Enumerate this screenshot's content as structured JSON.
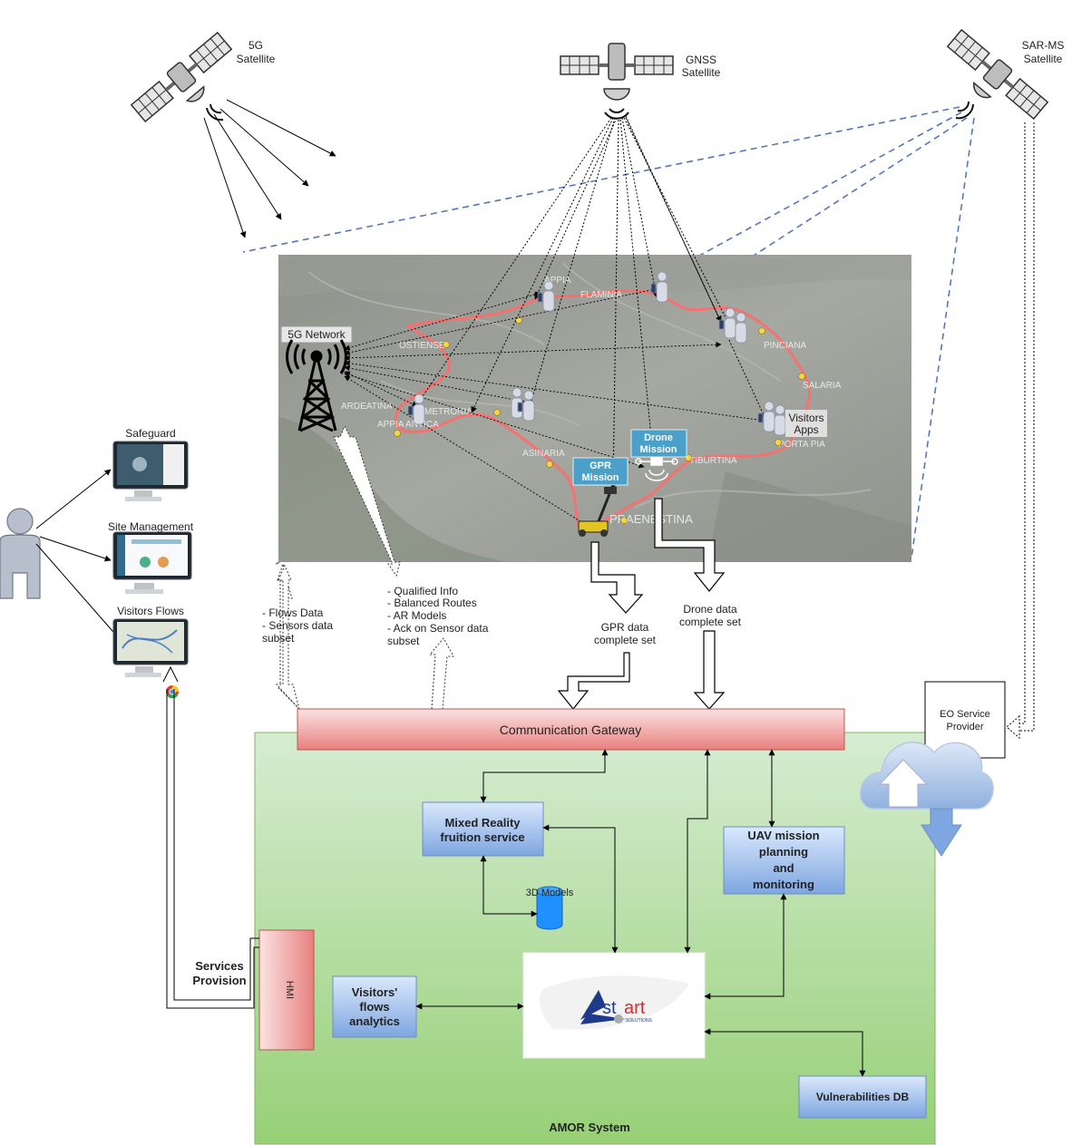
{
  "satellites": {
    "fiveg": [
      "5G",
      "Satellite"
    ],
    "gnss": [
      "GNSS",
      "Satellite"
    ],
    "sarms": [
      "SAR-MS",
      "Satellite"
    ]
  },
  "map": {
    "network_label": "5G Network",
    "visitors_label": [
      "Visitors",
      "Apps"
    ],
    "drone_mission": [
      "Drone",
      "Mission"
    ],
    "gpr_mission": [
      "GPR",
      "Mission"
    ],
    "place_names": [
      "APPIA",
      "FLAMINIA",
      "PINCIANA",
      "SALARIA",
      "OSTIENSE",
      "ARDEATINA",
      "APPIA ANTICA",
      "METRONIA",
      "ASINARIA",
      "TIBURTINA",
      "PRAENESTINA",
      "PORTA PIA"
    ]
  },
  "users": {
    "screens": [
      "Safeguard",
      "Site Management",
      "Visitors Flows"
    ]
  },
  "flows": {
    "up_left": [
      "- Flows Data",
      "- Sensors data",
      "subset"
    ],
    "down_left": [
      "- Qualified Info",
      "- Balanced Routes",
      "- AR Models",
      "- Ack on Sensor data",
      "subset"
    ],
    "gpr_data": [
      "GPR data",
      "complete set"
    ],
    "drone_data": [
      "Drone data",
      "complete set"
    ]
  },
  "system": {
    "gateway": "Communication Gateway",
    "mixed_reality": [
      "Mixed Reality",
      "fruition service"
    ],
    "models_3d": "3D Models",
    "uav": [
      "UAV mission",
      "planning",
      "and",
      "monitoring"
    ],
    "visitors_analytics": [
      "Visitors'",
      "flows",
      "analytics"
    ],
    "vulnerabilities": "Vulnerabilities DB",
    "hmi": "HMI",
    "services_provision": [
      "Services",
      "Provision"
    ],
    "title": "AMOR System",
    "logo": [
      "st",
      "art",
      "SOLUTIONS"
    ]
  },
  "eo": {
    "provider": [
      "EO Service",
      "Provider"
    ]
  }
}
